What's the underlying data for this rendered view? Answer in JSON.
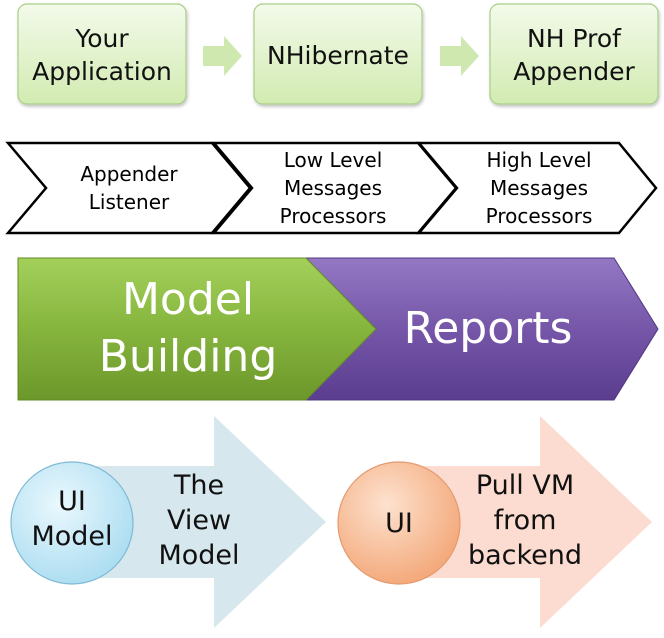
{
  "pipeline": {
    "boxes": [
      {
        "lines": [
          "Your",
          "Application"
        ]
      },
      {
        "lines": [
          "NHibernate"
        ]
      },
      {
        "lines": [
          "NH Prof",
          "Appender"
        ]
      }
    ]
  },
  "processing": {
    "chevrons": [
      {
        "lines": [
          "Appender",
          "Listener"
        ]
      },
      {
        "lines": [
          "Low Level",
          "Messages",
          "Processors"
        ]
      },
      {
        "lines": [
          "High Level",
          "Messages",
          "Processors"
        ]
      }
    ]
  },
  "stages": {
    "model_building": {
      "lines": [
        "Model",
        "Building"
      ]
    },
    "reports": {
      "label": "Reports"
    }
  },
  "ui_layer": {
    "left": {
      "circle": {
        "lines": [
          "UI",
          "Model"
        ]
      },
      "arrow": {
        "lines": [
          "The",
          "View",
          "Model"
        ]
      }
    },
    "right": {
      "circle": {
        "label": "UI"
      },
      "arrow": {
        "lines": [
          "Pull VM",
          "from",
          "backend"
        ]
      }
    }
  },
  "colors": {
    "box_fill_top": "#f1f9e6",
    "box_fill_bottom": "#d3ecb4",
    "box_stroke": "#a7cc86",
    "small_arrow": "#cfe9b0",
    "green_top": "#9ccc52",
    "green_bottom": "#6f9a2a",
    "purple_top": "#9174c2",
    "purple_bottom": "#5d3f93",
    "blue_arrow": "#d5e6ec",
    "orange_arrow": "#fbdcd0",
    "blue_circle": "#bfe7f7",
    "orange_circle": "#f7bb94"
  }
}
